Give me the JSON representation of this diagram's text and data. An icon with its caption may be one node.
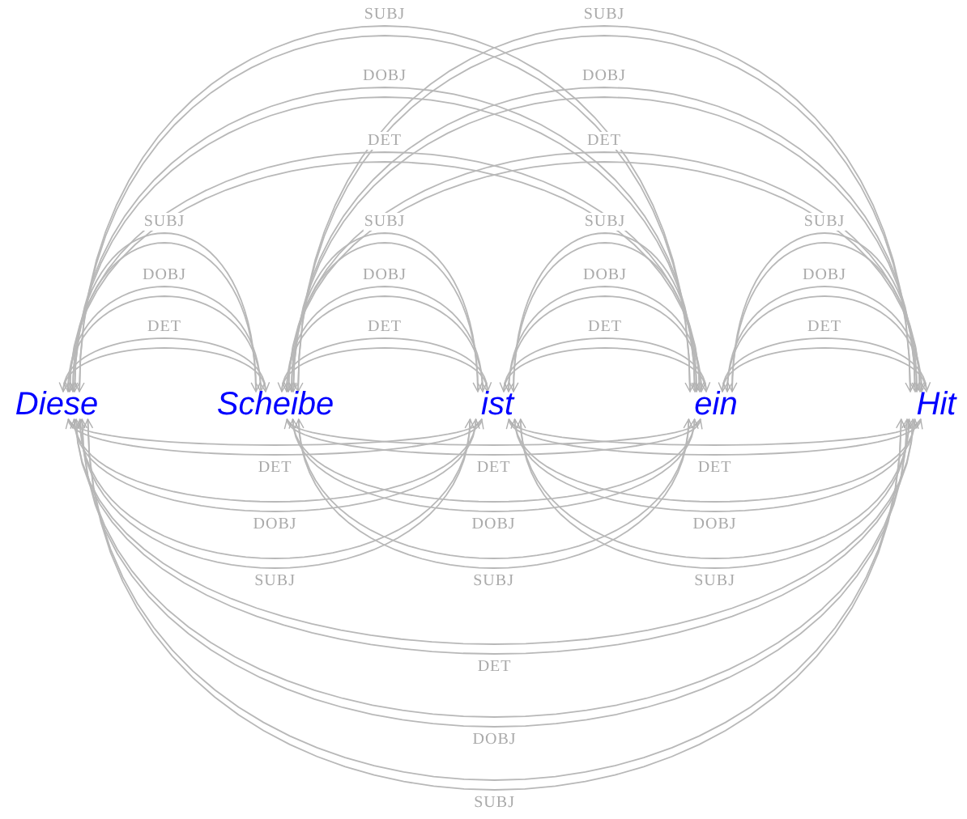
{
  "diagram": {
    "nodes": [
      {
        "text": [
          "Diese"
        ]
      },
      {
        "text": [
          "Scheibe"
        ]
      },
      {
        "text": [
          "ist"
        ]
      },
      {
        "text": [
          "ein"
        ]
      },
      {
        "text": [
          "Hit"
        ]
      }
    ],
    "edges": [
      {
        "from": 0,
        "to": 1,
        "arrow": "to",
        "label": "DET"
      },
      {
        "from": 1,
        "to": 0,
        "arrow": "to"
      },
      {
        "from": 0,
        "to": 1,
        "arrow": "to",
        "label": "DOBJ"
      },
      {
        "from": 1,
        "to": 0,
        "arrow": "to"
      },
      {
        "from": 0,
        "to": 1,
        "arrow": "to",
        "label": "SUBJ"
      },
      {
        "from": 1,
        "to": 0,
        "arrow": "to"
      },
      {
        "from": 1,
        "to": 2,
        "arrow": "to",
        "label": "DET"
      },
      {
        "from": 2,
        "to": 1,
        "arrow": "to"
      },
      {
        "from": 1,
        "to": 2,
        "arrow": "to",
        "label": "DOBJ"
      },
      {
        "from": 2,
        "to": 1,
        "arrow": "to"
      },
      {
        "from": 1,
        "to": 2,
        "arrow": "to",
        "label": "SUBJ"
      },
      {
        "from": 2,
        "to": 1,
        "arrow": "to"
      },
      {
        "from": 2,
        "to": 3,
        "arrow": "to",
        "label": "DET"
      },
      {
        "from": 3,
        "to": 2,
        "arrow": "to"
      },
      {
        "from": 2,
        "to": 3,
        "arrow": "to",
        "label": "DOBJ"
      },
      {
        "from": 3,
        "to": 2,
        "arrow": "to"
      },
      {
        "from": 2,
        "to": 3,
        "arrow": "to",
        "label": "SUBJ"
      },
      {
        "from": 3,
        "to": 2,
        "arrow": "to"
      },
      {
        "from": 3,
        "to": 4,
        "arrow": "to",
        "label": "DET"
      },
      {
        "from": 4,
        "to": 3,
        "arrow": "to"
      },
      {
        "from": 3,
        "to": 4,
        "arrow": "to",
        "label": "DOBJ"
      },
      {
        "from": 4,
        "to": 3,
        "arrow": "to"
      },
      {
        "from": 3,
        "to": 4,
        "arrow": "to",
        "label": "SUBJ"
      },
      {
        "from": 4,
        "to": 3,
        "arrow": "to"
      },
      {
        "from": 0,
        "to": 3,
        "arrow": "to",
        "label": "DET"
      },
      {
        "from": 3,
        "to": 0,
        "arrow": "to"
      },
      {
        "from": 0,
        "to": 3,
        "arrow": "to",
        "label": "DOBJ"
      },
      {
        "from": 3,
        "to": 0,
        "arrow": "to"
      },
      {
        "from": 0,
        "to": 3,
        "arrow": "to",
        "label": "SUBJ"
      },
      {
        "from": 3,
        "to": 0,
        "arrow": "to"
      },
      {
        "from": 1,
        "to": 4,
        "arrow": "to",
        "label": "DET"
      },
      {
        "from": 4,
        "to": 1,
        "arrow": "to"
      },
      {
        "from": 1,
        "to": 4,
        "arrow": "to",
        "label": "DOBJ"
      },
      {
        "from": 4,
        "to": 1,
        "arrow": "to"
      },
      {
        "from": 1,
        "to": 4,
        "arrow": "to",
        "label": "SUBJ"
      },
      {
        "from": 4,
        "to": 1,
        "arrow": "to"
      },
      {
        "from": 0,
        "to": 2,
        "arrow": "to",
        "label": "DET"
      },
      {
        "from": 2,
        "to": 0,
        "arrow": "to"
      },
      {
        "from": 0,
        "to": 2,
        "arrow": "to",
        "label": "DOBJ"
      },
      {
        "from": 2,
        "to": 0,
        "arrow": "to"
      },
      {
        "from": 0,
        "to": 2,
        "arrow": "to",
        "label": "SUBJ"
      },
      {
        "from": 2,
        "to": 0,
        "arrow": "to"
      },
      {
        "from": 1,
        "to": 3,
        "arrow": "to",
        "label": "DET"
      },
      {
        "from": 3,
        "to": 1,
        "arrow": "to"
      },
      {
        "from": 1,
        "to": 3,
        "arrow": "to",
        "label": "DOBJ"
      },
      {
        "from": 3,
        "to": 1,
        "arrow": "to"
      },
      {
        "from": 1,
        "to": 3,
        "arrow": "to",
        "label": "SUBJ"
      },
      {
        "from": 3,
        "to": 1,
        "arrow": "to"
      },
      {
        "from": 2,
        "to": 4,
        "arrow": "to",
        "label": "DET"
      },
      {
        "from": 4,
        "to": 2,
        "arrow": "to"
      },
      {
        "from": 2,
        "to": 4,
        "arrow": "to",
        "label": "DOBJ"
      },
      {
        "from": 4,
        "to": 2,
        "arrow": "to"
      },
      {
        "from": 2,
        "to": 4,
        "arrow": "to",
        "label": "SUBJ"
      },
      {
        "from": 4,
        "to": 2,
        "arrow": "to"
      },
      {
        "from": 0,
        "to": 4,
        "arrow": "to",
        "label": "DET"
      },
      {
        "from": 4,
        "to": 0,
        "arrow": "to"
      },
      {
        "from": 0,
        "to": 4,
        "arrow": "to",
        "label": "DOBJ"
      },
      {
        "from": 4,
        "to": 0,
        "arrow": "to"
      },
      {
        "from": 0,
        "to": 4,
        "arrow": "to",
        "label": "SUBJ"
      },
      {
        "from": 4,
        "to": 0,
        "arrow": "to"
      }
    ]
  }
}
